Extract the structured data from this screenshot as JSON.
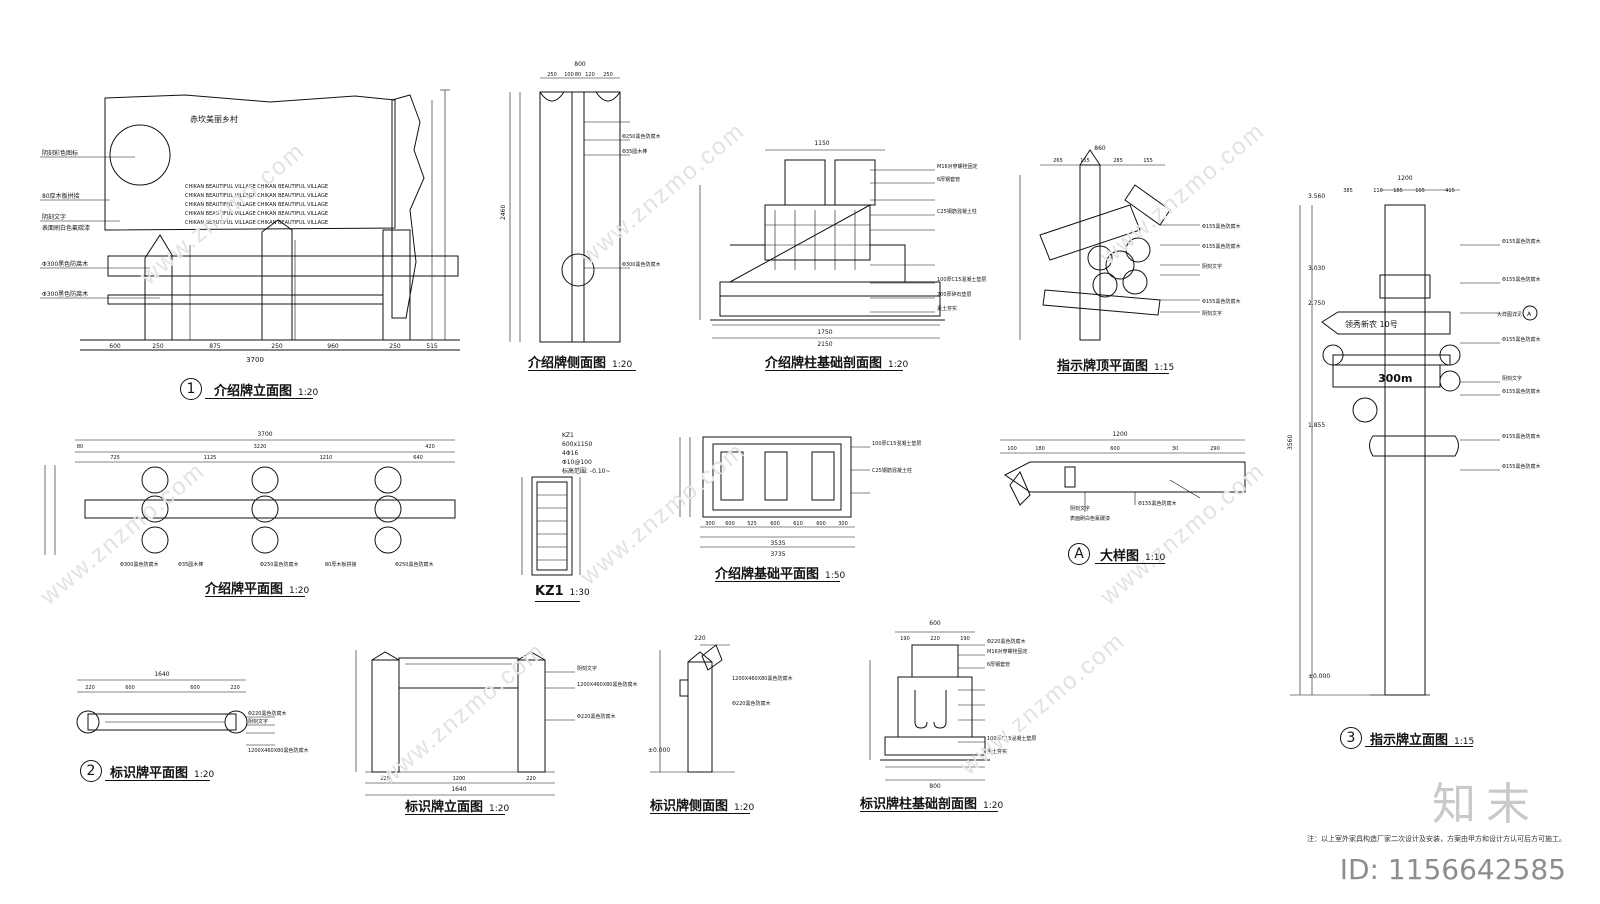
{
  "drawings": {
    "intro_elevation": {
      "title": "介绍牌立面图",
      "scale": "1:20",
      "mark": "1"
    },
    "intro_side": {
      "title": "介绍牌侧面图",
      "scale": "1:20"
    },
    "intro_column_section": {
      "title": "介绍牌柱基础剖面图",
      "scale": "1:20"
    },
    "guide_top_plan": {
      "title": "指示牌顶平面图",
      "scale": "1:15"
    },
    "guide_elevation": {
      "title": "指示牌立面图",
      "scale": "1:15",
      "mark": "3"
    },
    "intro_plan": {
      "title": "介绍牌平面图",
      "scale": "1:20"
    },
    "kz1": {
      "title": "KZ1",
      "scale": "1:30"
    },
    "intro_foundation_plan": {
      "title": "介绍牌基础平面图",
      "scale": "1:50"
    },
    "detail_a": {
      "title": "大样图",
      "scale": "1:10",
      "mark": "A"
    },
    "sign_plan": {
      "title": "标识牌平面图",
      "scale": "1:20",
      "mark": "2"
    },
    "sign_elevation": {
      "title": "标识牌立面图",
      "scale": "1:20"
    },
    "sign_side": {
      "title": "标识牌侧面图",
      "scale": "1:20"
    },
    "sign_column_section": {
      "title": "标识牌柱基础剖面图",
      "scale": "1:20"
    }
  },
  "dims": {
    "intro_total": "3700",
    "intro_segments": [
      "600",
      "250",
      "875",
      "250",
      "960",
      "250",
      "515"
    ],
    "intro_plan_segments": [
      "725",
      "1125",
      "1210",
      "640"
    ],
    "intro_plan_sub": [
      "80",
      "3220",
      "420"
    ],
    "side_total": "800",
    "side_segments": [
      "250",
      "100",
      "80",
      "120",
      "250"
    ],
    "side_height": "2460",
    "col_section_top": "1150",
    "col_section_bottom": "2150",
    "col_section_mid": "1750",
    "guide_top": "860",
    "guide_top_segments": [
      "265",
      "155",
      "285",
      "155"
    ],
    "guide_elev_top": "1200",
    "guide_elev_segments": [
      "385",
      "110",
      "185",
      "105",
      "415"
    ],
    "guide_height": "3560",
    "foundation_total": "3735",
    "foundation_inner": "3535",
    "foundation_segments": [
      "300",
      "600",
      "525",
      "600",
      "610",
      "600",
      "300"
    ],
    "detail_total": "1200",
    "detail_segments": [
      "100",
      "180",
      "600",
      "30",
      "290"
    ],
    "sign_plan_total": "1640",
    "sign_plan_segments": [
      "220",
      "600",
      "600",
      "220"
    ],
    "sign_elev_total": "1640",
    "sign_elev_segments": [
      "220",
      "1200",
      "220"
    ],
    "sign_side_top": "220",
    "sign_col_total": "800",
    "sign_col_top": "600",
    "sign_col_top_segments": [
      "190",
      "220",
      "190"
    ]
  },
  "labels": {
    "carved_logo": "阴刻彩色图标",
    "wood_plank": "80厚木板拼接",
    "carved_text": "阴刻文字",
    "fluorocarbon": "表面刷白色氟碳漆",
    "pole300": "Φ300黑色防腐木",
    "pole250": "Φ250黑色防腐木",
    "pole220": "Φ220黑色防腐木",
    "pole155": "Φ155黑色防腐木",
    "pole35": "Φ35圆木棒",
    "c25": "C25钢筋混凝土柱",
    "gravel": "200厚碎石垫层",
    "c15": "100厚C15混凝土垫层",
    "soil": "素土夯实",
    "bolt": "M16对穿螺栓固定",
    "steel_tube": "6厚钢套管",
    "ref": "大样图详见",
    "dest": "领秀新农 10号",
    "dist": "300m",
    "village_text": "CHIKAN BEAUTIFUL VILLAGE CHIKAN BEAUTIFUL VILLAGE",
    "plaque_head": "赤坎美丽乡村",
    "kz1_spec": "600x1150",
    "kz1_bars": "4Φ16",
    "kz1_stirrups": "Φ10@100",
    "kz1_cover": "标高范围: -0.10~",
    "sign_text": "阴刻文字",
    "sign_board": "1200X460X80黑色防腐木"
  },
  "levels": [
    "3.560",
    "3.030",
    "2.750",
    "1.855",
    "±0.000"
  ],
  "footnote": "注：以上室外家具构造厂家二次设计及安装，方案由甲方和设计方认可后方可施工。",
  "brand": "知末",
  "id_label": "ID: 1156642585",
  "watermark": "www.znzmo.com",
  "colors": {
    "line": "#111111",
    "watermark": "#e2e2e2"
  }
}
